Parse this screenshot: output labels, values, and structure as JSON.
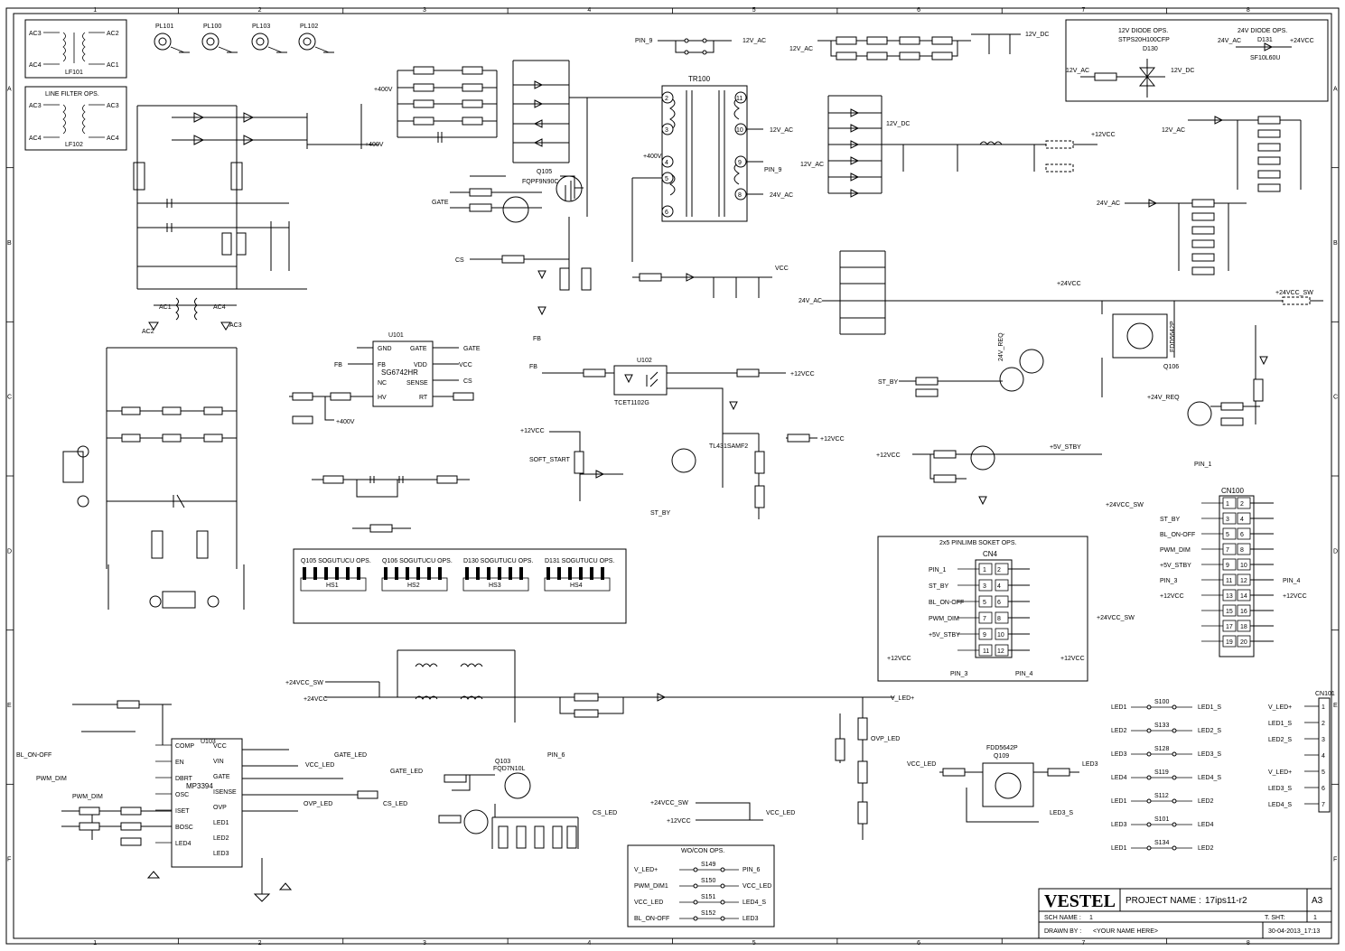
{
  "border": {
    "cols": [
      "1",
      "2",
      "3",
      "4",
      "5",
      "6",
      "7",
      "8"
    ],
    "rows": [
      "A",
      "B",
      "C",
      "D",
      "E",
      "F"
    ]
  },
  "notes": {
    "line_filter": "LINE FILTER OPS.",
    "diode_12v": "12V DIODE OPS.",
    "diode_24v": "24V DIODE OPS.",
    "cn4_title": "2x5 PINLIMB SOKET OPS.",
    "wo_con": "WO/CON OPS.",
    "heatsinks": [
      {
        "title": "Q105 SOGUTUCU OPS.",
        "name": "HS1"
      },
      {
        "title": "Q106 SOGUTUCU OPS.",
        "name": "HS2"
      },
      {
        "title": "D130 SOGUTUCU OPS.",
        "name": "HS3"
      },
      {
        "title": "D131 SOGUTUCU OPS.",
        "name": "HS4"
      }
    ]
  },
  "components": {
    "pl": [
      "PL101",
      "PL100",
      "PL103",
      "PL102"
    ],
    "lf101": {
      "ref": "LF101",
      "pins": [
        "AC3",
        "AC4",
        "AC2",
        "AC1"
      ]
    },
    "lf102": {
      "ref": "LF102",
      "pins": [
        "AC3",
        "AC4",
        "AC3",
        "AC4"
      ]
    },
    "u101": {
      "ref": "U101",
      "part": "SG6742HR",
      "pins_l": [
        "GND",
        "FB",
        "NC",
        "HV"
      ],
      "pins_r": [
        "GATE",
        "VDD",
        "SENSE",
        "RT"
      ]
    },
    "u103": {
      "ref": "U103",
      "part": "MP3394",
      "pins_l": [
        "COMP",
        "EN",
        "DBRT",
        "OSC",
        "ISET",
        "BOSC",
        "LED4"
      ],
      "pins_r": [
        "VCC",
        "VIN",
        "GATE",
        "ISENSE",
        "OVP",
        "LED1",
        "LED2",
        "LED3"
      ]
    },
    "u102": {
      "ref": "U102",
      "part": "TCET1102G"
    },
    "tr100": {
      "ref": "TR100",
      "pins_l": [
        "2",
        "3",
        "4",
        "5",
        "6"
      ],
      "pins_r": [
        "11",
        "10",
        "9",
        "8"
      ]
    },
    "cn100": {
      "ref": "CN100"
    },
    "cn4": {
      "ref": "CN4"
    },
    "cn101": {
      "ref": "CN101"
    },
    "q105": {
      "ref": "Q105",
      "part": "FQPF9N90C"
    },
    "q106": {
      "ref": "Q106",
      "part": "FDD5642P"
    },
    "q103": {
      "ref": "Q103",
      "part": "FQD7N10L"
    },
    "q109": {
      "ref": "Q109",
      "part": "FDD5642P"
    },
    "d130": {
      "ref": "D130",
      "part": "STPS20H100CFP"
    },
    "d131": {
      "ref": "D131",
      "part": "SF10L60U"
    }
  },
  "nets": {
    "v400": "+400V",
    "v12ac": "12V_AC",
    "v12dc": "12V_DC",
    "v24ac": "24V_AC",
    "v12vcc": "+12VCC",
    "v24vcc": "+24VCC",
    "v24sw": "+24VCC_SW",
    "vcc": "VCC",
    "gate": "GATE",
    "cs": "CS",
    "fb": "FB",
    "pin9": "PIN_9",
    "st_by": "ST_BY",
    "soft_start": "SOFT_START",
    "v5stby": "+5V_STBY",
    "vled": "V_LED+",
    "ovp_led": "OVP_LED",
    "vcc_led": "VCC_LED",
    "gate_led": "GATE_LED",
    "cs_led": "CS_LED",
    "bl_on_off": "BL_ON-OFF",
    "pwm_dim": "PWM_DIM",
    "pin6": "PIN_6",
    "v24req": "24V_REQ",
    "v24req2": "+24V_REQ"
  },
  "cn100_pins": [
    {
      "l": "1",
      "r": "2",
      "ln": "",
      "rn": ""
    },
    {
      "l": "3",
      "r": "4",
      "ln": "ST_BY",
      "rn": ""
    },
    {
      "l": "5",
      "r": "6",
      "ln": "BL_ON-OFF",
      "rn": ""
    },
    {
      "l": "7",
      "r": "8",
      "ln": "PWM_DIM",
      "rn": ""
    },
    {
      "l": "9",
      "r": "10",
      "ln": "+5V_STBY",
      "rn": ""
    },
    {
      "l": "11",
      "r": "12",
      "ln": "PIN_3",
      "rn": "PIN_4"
    },
    {
      "l": "13",
      "r": "14",
      "ln": "+12VCC",
      "rn": "+12VCC"
    },
    {
      "l": "15",
      "r": "16",
      "ln": "",
      "rn": ""
    },
    {
      "l": "17",
      "r": "18",
      "ln": "",
      "rn": ""
    },
    {
      "l": "19",
      "r": "20",
      "ln": "",
      "rn": ""
    }
  ],
  "cn4_pins": [
    {
      "l": "1",
      "r": "2",
      "ln": "PIN_1"
    },
    {
      "l": "3",
      "r": "4",
      "ln": "ST_BY"
    },
    {
      "l": "5",
      "r": "6",
      "ln": "BL_ON-OFF"
    },
    {
      "l": "7",
      "r": "8",
      "ln": "PWM_DIM"
    },
    {
      "l": "9",
      "r": "10",
      "ln": "+5V_STBY"
    },
    {
      "l": "11",
      "r": "12",
      "ln": ""
    }
  ],
  "cn101_pins": [
    {
      "n": "1",
      "net": "V_LED+"
    },
    {
      "n": "2",
      "net": "LED1_S"
    },
    {
      "n": "3",
      "net": "LED2_S"
    },
    {
      "n": "4",
      "net": ""
    },
    {
      "n": "5",
      "net": "V_LED+"
    },
    {
      "n": "6",
      "net": "LED3_S"
    },
    {
      "n": "7",
      "net": "LED4_S"
    }
  ],
  "led_jumpers": [
    {
      "l": "LED1",
      "s": "S100",
      "r": "LED1_S"
    },
    {
      "l": "LED2",
      "s": "S133",
      "r": "LED2_S"
    },
    {
      "l": "LED3",
      "s": "S128",
      "r": "LED3_S"
    },
    {
      "l": "LED4",
      "s": "S119",
      "r": "LED4_S"
    },
    {
      "l": "LED1",
      "s": "S112",
      "r": "LED2"
    },
    {
      "l": "LED3",
      "s": "S101",
      "r": "LED4"
    },
    {
      "l": "LED1",
      "s": "S134",
      "r": "LED2"
    }
  ],
  "wo_jumpers": [
    {
      "l": "V_LED+",
      "s": "S149",
      "r": "PIN_6"
    },
    {
      "l": "PWM_DIM1",
      "s": "S150",
      "r": "VCC_LED"
    },
    {
      "l": "VCC_LED",
      "s": "S151",
      "r": "LED4_S"
    },
    {
      "l": "BL_ON-OFF",
      "s": "S152",
      "r": "LED3"
    }
  ],
  "title_block": {
    "brand": "VESTEL",
    "project_label": "PROJECT NAME :",
    "project": "17ips11-r2",
    "size": "A3",
    "sch_label": "SCH NAME :",
    "sch": "1",
    "tsht_label": "T. SHT:",
    "tsht": "1",
    "drawn_label": "DRAWN BY :",
    "drawn": "<YOUR NAME HERE>",
    "date": "30-04-2013_17:13"
  }
}
